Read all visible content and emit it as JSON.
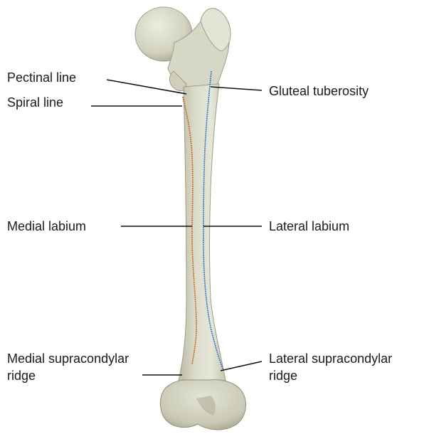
{
  "labels": {
    "pectinal_line": "Pectinal line",
    "spiral_line": "Spiral line",
    "gluteal_tuberosity": "Gluteal tuberosity",
    "medial_labium": "Medial labium",
    "lateral_labium": "Lateral labium",
    "medial_supracondylar_line1": "Medial supracondylar",
    "medial_supracondylar_line2": "ridge",
    "lateral_supracondylar_line1": "Lateral supracondylar",
    "lateral_supracondylar_line2": "ridge"
  },
  "colors": {
    "bone": "#d6d6c4",
    "bone_shadow": "#b9b9a4",
    "bone_highlight": "#eeeee2",
    "medial_line": "#c8661f",
    "lateral_line": "#2f6fc4",
    "leader": "#111111"
  }
}
